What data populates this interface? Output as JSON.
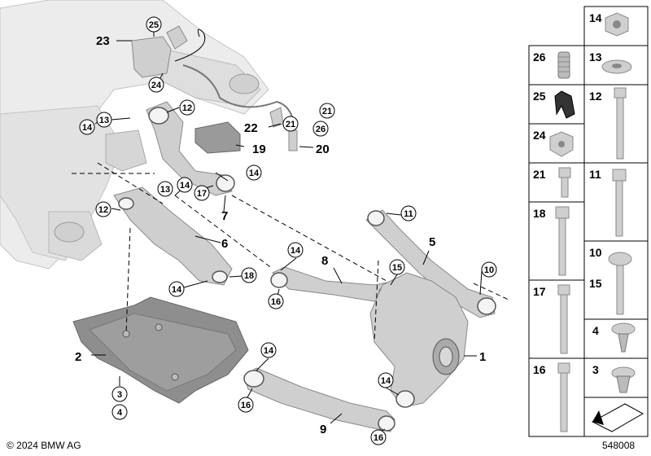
{
  "diagram": {
    "main_labels": [
      "1",
      "2",
      "5",
      "6",
      "7",
      "8",
      "9",
      "19",
      "20",
      "22",
      "23"
    ],
    "circled_labels": [
      "25",
      "24",
      "12",
      "13",
      "14",
      "11",
      "15",
      "16",
      "17",
      "18",
      "10",
      "3",
      "4",
      "21",
      "26"
    ]
  },
  "parts_panel": [
    {
      "num": "14",
      "icon": "flange-nut-icon"
    },
    {
      "num": "26",
      "icon": "sleeve-icon"
    },
    {
      "num": "13",
      "icon": "washer-icon"
    },
    {
      "num": "25",
      "icon": "clip-icon"
    },
    {
      "num": "12",
      "icon": "hex-bolt-long-icon"
    },
    {
      "num": "24",
      "icon": "hex-nut-icon"
    },
    {
      "num": "21",
      "icon": "short-bolt-icon"
    },
    {
      "num": "11",
      "icon": "hex-bolt-icon"
    },
    {
      "num": "18",
      "icon": "torx-bolt-icon"
    },
    {
      "num": "10",
      "icon": "eccentric-bolt-icon"
    },
    {
      "num": "15",
      "icon": "eccentric-bolt-icon"
    },
    {
      "num": "17",
      "icon": "long-bolt-icon"
    },
    {
      "num": "4",
      "icon": "plastic-rivet-icon"
    },
    {
      "num": "16",
      "icon": "collar-bolt-icon"
    },
    {
      "num": "3",
      "icon": "expanding-nut-icon"
    }
  ],
  "footer": {
    "copyright": "© 2024 BMW AG",
    "diagram_id": "548008"
  },
  "colors": {
    "part_fill": "#cfcfcf",
    "part_stroke": "#8a8a8a",
    "frame_fill": "#e6e6e6"
  }
}
